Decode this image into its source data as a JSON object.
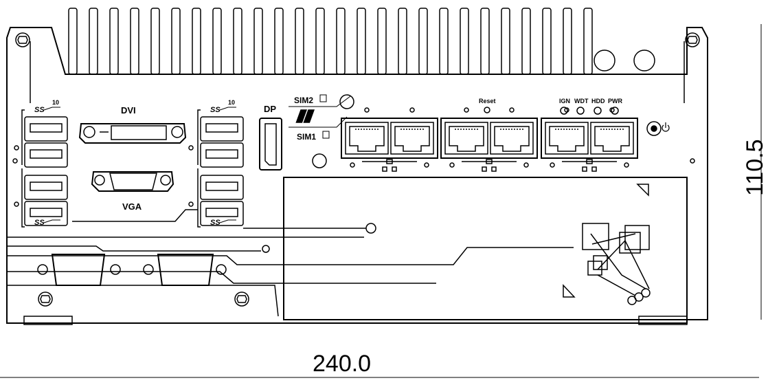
{
  "panel": {
    "ports": {
      "dvi": "DVI",
      "vga": "VGA",
      "dp": "DP",
      "usb_superscript": "10",
      "sim2": "SIM2",
      "sim1": "SIM1",
      "reset": "Reset",
      "led_ign": "IGN",
      "led_wdt": "WDT",
      "led_hdd": "HDD",
      "led_pwr": "PWR"
    }
  },
  "dimensions": {
    "width": "240.0",
    "height": "110.5"
  },
  "colors": {
    "line": "#000000",
    "background": "#ffffff"
  }
}
